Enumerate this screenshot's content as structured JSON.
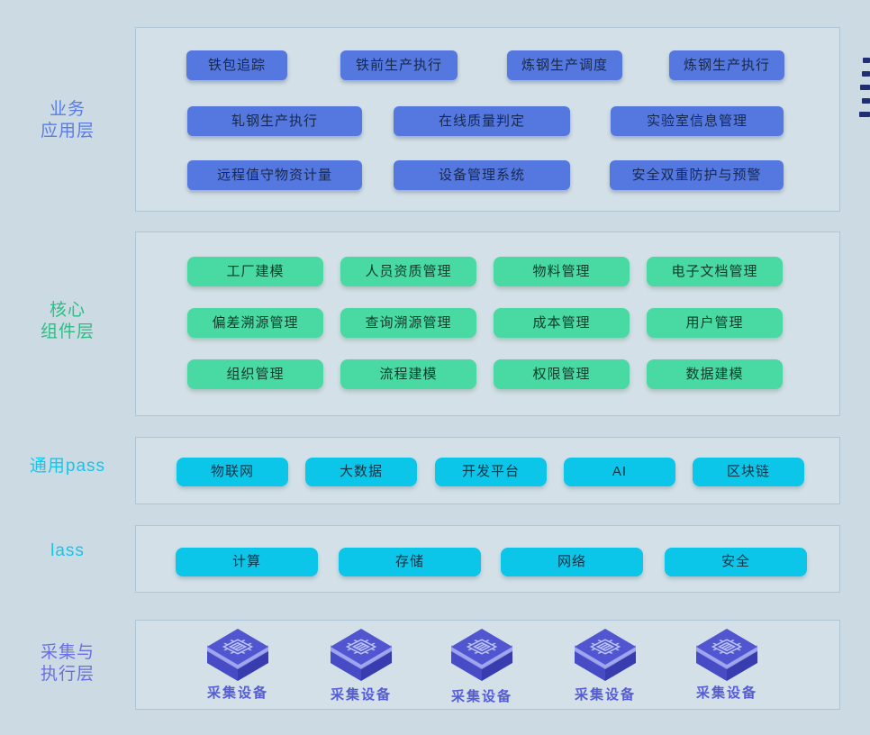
{
  "colors": {
    "page_bg": "#cbdae3",
    "panel_border": "#aec5d6",
    "app_button": "#5577e0",
    "core_button": "#49d9a2",
    "cyan_button": "#0cc6e9",
    "label_business": "#5b7ce4",
    "label_core": "#2cbe84",
    "label_paas": "#18c5ea",
    "label_device": "#6a6ee4",
    "cube_body": "#4347c0",
    "edge_mark": "#202e74"
  },
  "layers": {
    "business": {
      "label": "业务\n应用层",
      "buttons": [
        "铁包追踪",
        "铁前生产执行",
        "炼钢生产调度",
        "炼钢生产执行",
        "轧钢生产执行",
        "在线质量判定",
        "实验室信息管理",
        "远程值守物资计量",
        "设备管理系统",
        "安全双重防护与预警"
      ]
    },
    "core": {
      "label": "核心\n组件层",
      "buttons": [
        "工厂建模",
        "人员资质管理",
        "物料管理",
        "电子文档管理",
        "偏差溯源管理",
        "查询溯源管理",
        "成本管理",
        "用户管理",
        "组织管理",
        "流程建模",
        "权限管理",
        "数据建模"
      ]
    },
    "paas": {
      "label": "通用pass",
      "buttons": [
        "物联网",
        "大数据",
        "开发平台",
        "AI",
        "区块链"
      ]
    },
    "iaas": {
      "label": "lass",
      "buttons": [
        "计算",
        "存储",
        "网络",
        "安全"
      ]
    },
    "device": {
      "label": "采集与\n执行层",
      "items": [
        "采集设备",
        "采集设备",
        "采集设备",
        "采集设备",
        "采集设备"
      ]
    }
  }
}
